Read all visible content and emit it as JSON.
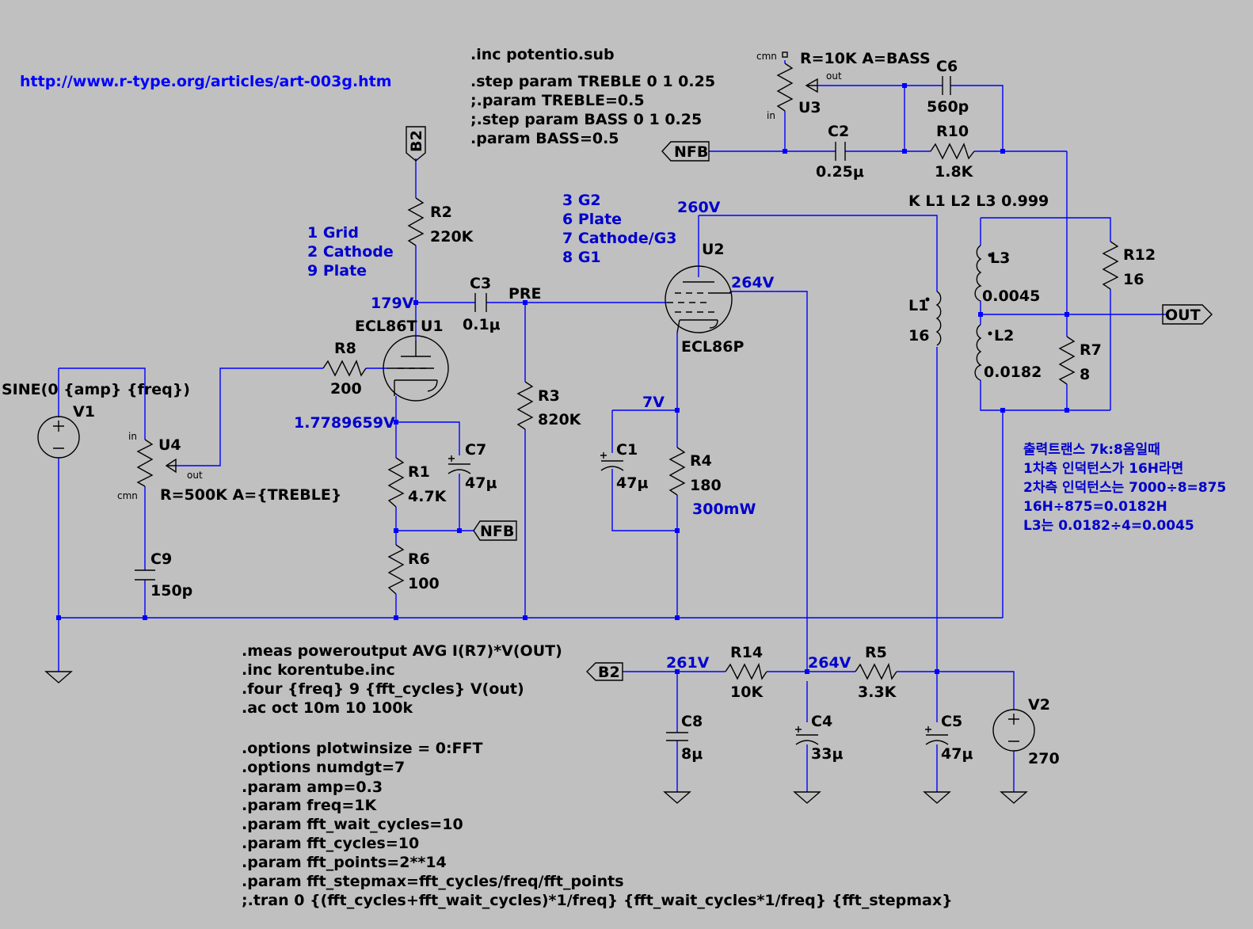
{
  "url": "http://www.r-type.org/articles/art-003g.htm",
  "directives_top": [
    ".inc potentio.sub",
    ".step param TREBLE 0 1 0.25",
    ";.param TREBLE=0.5",
    ";.step param BASS 0 1 0.25",
    ".param BASS=0.5"
  ],
  "directives_bottom": [
    ".meas poweroutput AVG I(R7)*V(OUT)",
    ".inc korentube.inc",
    ".four {freq} 9 {fft_cycles} V(out)",
    ".ac oct 10m 10 100k",
    "",
    ".options plotwinsize = 0:FFT",
    ".options numdgt=7",
    ".param amp=0.3",
    ".param freq=1K",
    ".param fft_wait_cycles=10",
    ".param fft_cycles=10",
    ".param fft_points=2**14",
    ".param fft_stepmax=fft_cycles/freq/fft_points",
    ";.tran 0 {(fft_cycles+fft_wait_cycles)*1/freq} {fft_wait_cycles*1/freq} {fft_stepmax}"
  ],
  "pin_notes_u1": [
    "1 Grid",
    "2 Cathode",
    "9 Plate"
  ],
  "pin_notes_u2": [
    "3 G2",
    "6 Plate",
    "7 Cathode/G3",
    "8 G1"
  ],
  "coupling": "K L1 L2 L3 0.999",
  "korean_notes": [
    "출력트랜스 7k:8옴일때",
    "1차측 인덕턴스가 16H라면",
    "2차측 인덕턴스는 7000÷8=875",
    "16H÷875=0.0182H",
    "L3는 0.0182÷4=0.0045"
  ],
  "components": {
    "v1": {
      "name": "V1",
      "value": "SINE(0 {amp} {freq})"
    },
    "v2": {
      "name": "V2",
      "value": "270"
    },
    "u1": {
      "name": "U1",
      "model": "ECL86T"
    },
    "u2": {
      "name": "U2",
      "model": "ECL86P"
    },
    "u3": {
      "name": "U3",
      "value": "R=10K A=BASS"
    },
    "u4": {
      "name": "U4",
      "value": "R=500K A={TREBLE}"
    },
    "r1": {
      "name": "R1",
      "value": "4.7K"
    },
    "r2": {
      "name": "R2",
      "value": "220K"
    },
    "r3": {
      "name": "R3",
      "value": "820K"
    },
    "r4": {
      "name": "R4",
      "value": "180"
    },
    "r5": {
      "name": "R5",
      "value": "3.3K"
    },
    "r6": {
      "name": "R6",
      "value": "100"
    },
    "r7": {
      "name": "R7",
      "value": "8"
    },
    "r8": {
      "name": "R8",
      "value": "200"
    },
    "r10": {
      "name": "R10",
      "value": "1.8K"
    },
    "r12": {
      "name": "R12",
      "value": "16"
    },
    "r14": {
      "name": "R14",
      "value": "10K"
    },
    "c1": {
      "name": "C1",
      "value": "47μ"
    },
    "c2": {
      "name": "C2",
      "value": "0.25μ"
    },
    "c3": {
      "name": "C3",
      "value": "0.1μ"
    },
    "c4": {
      "name": "C4",
      "value": "33μ"
    },
    "c5": {
      "name": "C5",
      "value": "47μ"
    },
    "c6": {
      "name": "C6",
      "value": "560p"
    },
    "c7": {
      "name": "C7",
      "value": "47μ"
    },
    "c8": {
      "name": "C8",
      "value": "8μ"
    },
    "c9": {
      "name": "C9",
      "value": "150p"
    },
    "l1": {
      "name": "L1",
      "value": "16"
    },
    "l2": {
      "name": "L2",
      "value": "0.0182"
    },
    "l3": {
      "name": "L3",
      "value": "0.0045"
    }
  },
  "voltages": {
    "v179": "179V",
    "v17789": "1.7789659V",
    "v260": "260V",
    "v264a": "264V",
    "v7": "7V",
    "p300": "300mW",
    "v261": "261V",
    "v264b": "264V"
  },
  "net_labels": {
    "b2_top": "B2",
    "b2_bottom": "B2",
    "nfb_top": "NFB",
    "nfb_mid": "NFB",
    "pre": "PRE",
    "out": "OUT"
  },
  "pin_labels": {
    "in": "in",
    "out": "out",
    "cmn": "cmn"
  },
  "colors": {
    "background": "#c0c0c0",
    "wire": "#0000ff",
    "component": "#000000",
    "annotation": "#0000cc"
  }
}
